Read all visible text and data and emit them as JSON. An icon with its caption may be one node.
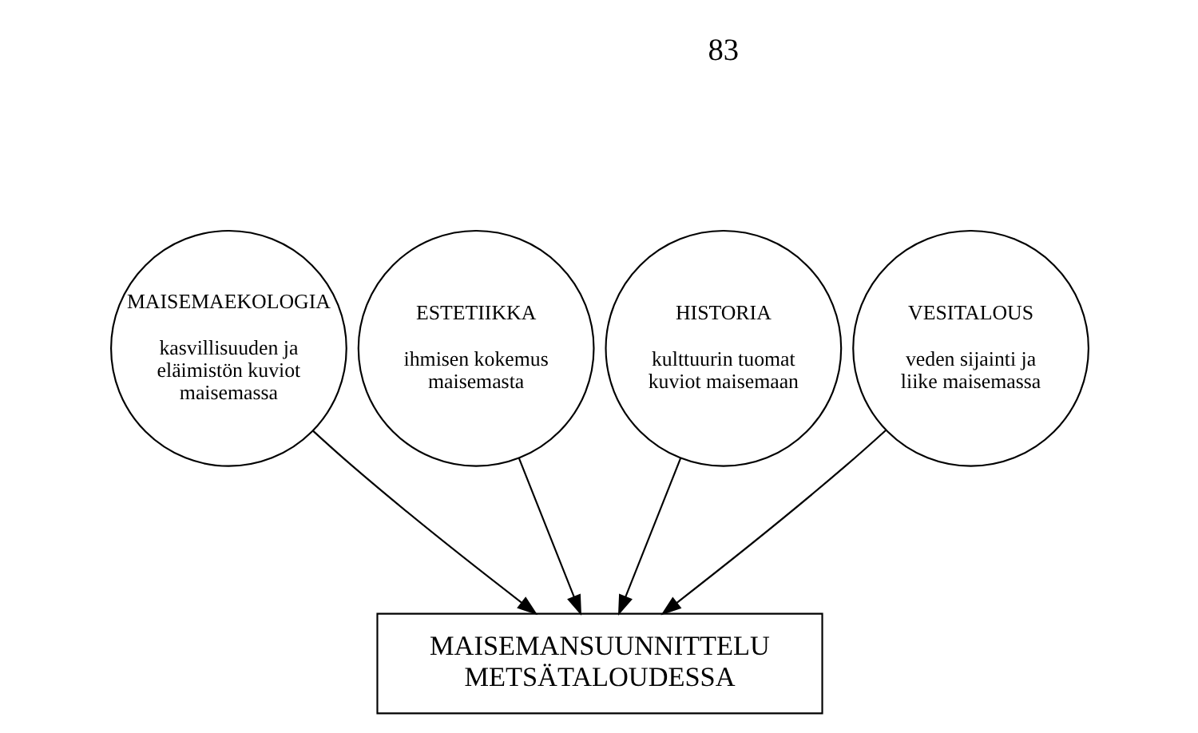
{
  "diagram": {
    "nodes": [
      {
        "text": [
          "MAISEMAEKOLOGIA",
          "kasvillisuuden ja eläimistön kuviot maisemassa"
        ]
      },
      {
        "text": [
          "ESTETIIKKA",
          "ihmisen kokemus maisemasta"
        ]
      },
      {
        "text": [
          "HISTORIA",
          "kulttuurin tuomat kuviot maisemaan"
        ]
      },
      {
        "text": [
          "VESITALOUS",
          "veden sijainti ja liike maisemassa"
        ]
      },
      {
        "text": [
          "MAISEMANSUUNNITTELU METSÄTALOUDESSA"
        ]
      }
    ],
    "edges": [
      {
        "from": 0,
        "to": 4,
        "arrow": "to"
      },
      {
        "from": 1,
        "to": 4,
        "arrow": "to"
      },
      {
        "from": 2,
        "to": 4,
        "arrow": "to"
      },
      {
        "from": 3,
        "to": 4,
        "arrow": "to"
      }
    ],
    "labels": [
      "83"
    ]
  }
}
